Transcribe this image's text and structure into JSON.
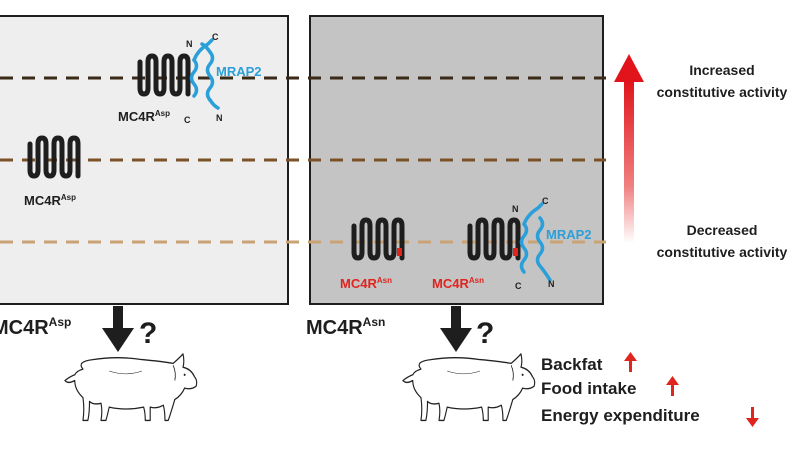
{
  "colors": {
    "panel_left": "#eeeeee",
    "panel_right": "#c4c4c4",
    "line_top": "#3a2a18",
    "line_mid": "#7b5228",
    "line_low": "#c9a373",
    "receptor": "#1e1e1e",
    "mrap2": "#2b9fd9",
    "mutation": "#e0241e",
    "arrow": "#e0241e"
  },
  "left_panel": {
    "complex_label": {
      "base": "MC4R",
      "sup": "Asp"
    },
    "complex_n": "N",
    "complex_c_top": "C",
    "complex_c_bottom": "C",
    "complex_n_bottom": "N",
    "mrap2_label": "MRAP2",
    "receptor_label": {
      "base": "MC4R",
      "sup": "Asp"
    },
    "bottom_label": {
      "base": "MC4R",
      "sup": "Asp"
    },
    "question": "?"
  },
  "right_panel": {
    "receptor_label": {
      "base": "MC4R",
      "sup": "Asn"
    },
    "complex_label": {
      "base": "MC4R",
      "sup": "Asn"
    },
    "complex_n": "N",
    "complex_c_top": "C",
    "complex_c_bottom": "C",
    "complex_n_bottom": "N",
    "mrap2_label": "MRAP2",
    "bottom_label": {
      "base": "MC4R",
      "sup": "Asn"
    },
    "question": "?"
  },
  "activity": {
    "increased_line1": "Increased",
    "increased_line2": "constitutive activity",
    "decreased_line1": "Decreased",
    "decreased_line2": "constitutive activity"
  },
  "phenotypes": [
    {
      "label": "Backfat",
      "direction": "up"
    },
    {
      "label": "Food intake",
      "direction": "up"
    },
    {
      "label": "Energy expenditure",
      "direction": "down"
    }
  ]
}
